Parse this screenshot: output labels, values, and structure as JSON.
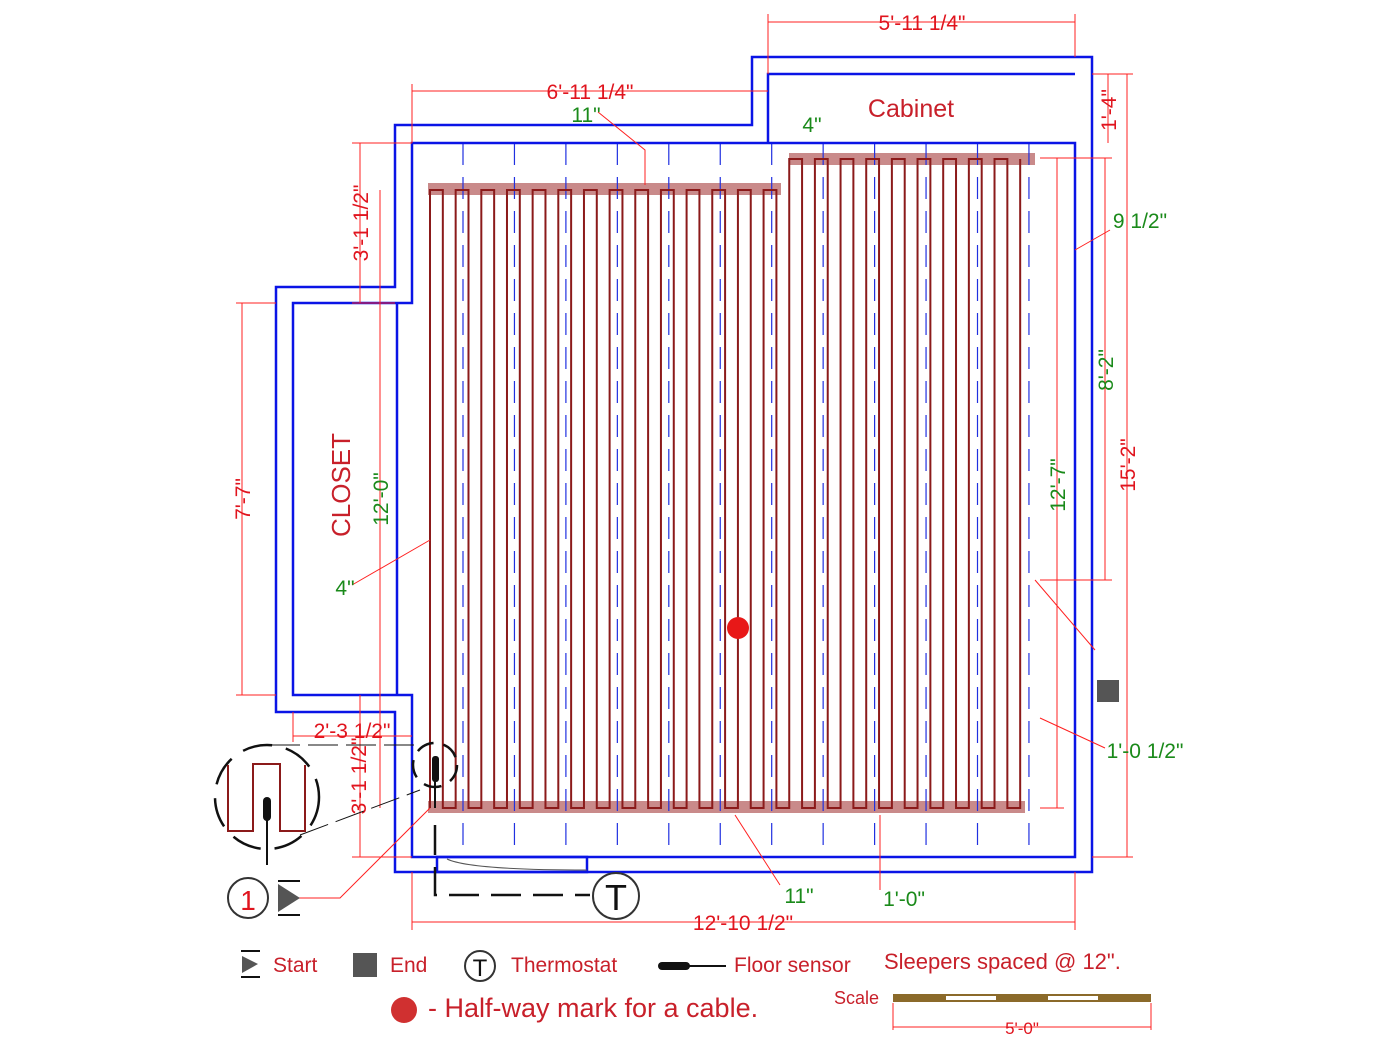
{
  "rooms": {
    "cabinet": "Cabinet",
    "closet": "CLOSET"
  },
  "dimensions": {
    "top_right": "5'-11 1/4\"",
    "top_left": "6'-11 1/4\"",
    "left_upper": "3'-1 1/2\"",
    "left_closet": "7'-7\"",
    "closet_inner": "12'-0\"",
    "closet_width": "2'-3 1/2\"",
    "left_lower": "3'-1 1/2\"",
    "bottom": "12'-10 1/2\"",
    "right_cabinet": "1'-4\"",
    "right_total": "15'-2\"",
    "right_inner": "12'-7\""
  },
  "offsets": {
    "top_left": "11\"",
    "top_right": "4\"",
    "right_top": "9 1/2\"",
    "right_mid": "8'-2\"",
    "closet_side": "4\"",
    "right_bottom": "1'-0 1/2\"",
    "bottom_left": "11\"",
    "bottom_right": "1'-0\""
  },
  "detail_marker": "1",
  "thermostat_symbol": "T",
  "legend": {
    "start": "Start",
    "end": "End",
    "thermostat": "Thermostat",
    "floor_sensor": "Floor sensor",
    "sleepers": "Sleepers spaced @ 12\".",
    "halfway": "- Half-way mark for a cable.",
    "scale_label": "Scale",
    "scale_value": "5'-0\""
  },
  "colors": {
    "wall": "#0a14e6",
    "cable": "#8b1a1a",
    "dimension": "#ff2020",
    "offset": "#1a8a1a",
    "halfway": "#e81818",
    "scale": "#8b6a2a"
  }
}
